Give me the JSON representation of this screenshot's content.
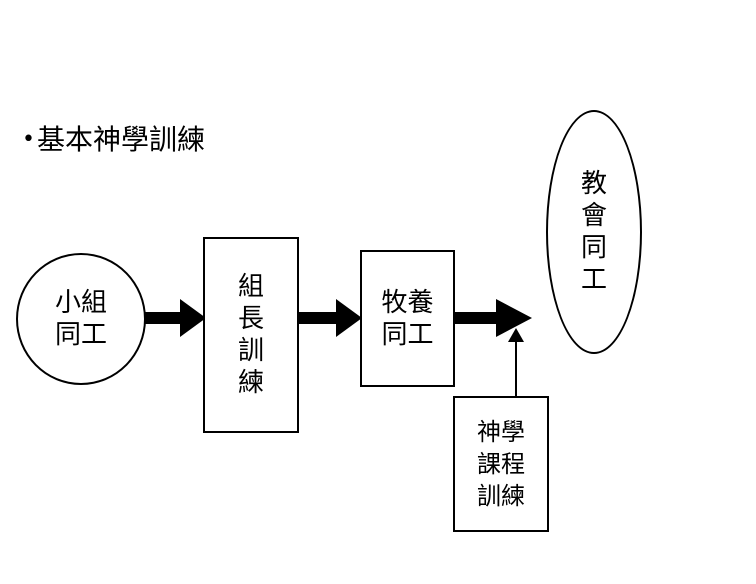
{
  "heading": {
    "bullet": "•",
    "text": "基本神學訓練"
  },
  "nodes": {
    "small_group": "小組同工",
    "group_leader": "組長訓練",
    "pastoral": "牧養同工",
    "church": "教會同工",
    "theology": "神學課程訓練"
  }
}
